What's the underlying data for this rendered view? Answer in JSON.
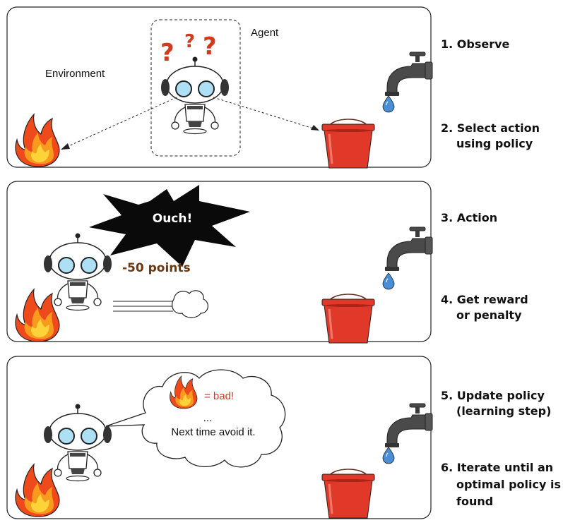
{
  "panel1": {
    "environment_label": "Environment",
    "agent_label": "Agent",
    "question_marks": [
      "?",
      "?",
      "?"
    ]
  },
  "panel2": {
    "ouch_label": "Ouch!",
    "penalty_label": "-50 points"
  },
  "panel3": {
    "bubble_bad": "= bad!",
    "bubble_ellipsis": "...",
    "bubble_next": "Next time avoid it."
  },
  "steps": {
    "s1": "1. Observe",
    "s2_line1": "2. Select action",
    "s2_line2": "using policy",
    "s3": "3. Action",
    "s4_line1": "4. Get reward",
    "s4_line2": "or penalty",
    "s5_line1": "5. Update policy",
    "s5_line2": "(learning step)",
    "s6_line1": "6. Iterate until an",
    "s6_line2": "optimal policy is",
    "s6_line3": "found"
  },
  "colors": {
    "question": "#d23a1c",
    "penalty": "#6a3710",
    "bad": "#d23a1c",
    "bucket": "#e0392a",
    "water": "#4a8fd6",
    "eyes": "#aee0f5",
    "faucet": "#4a4a4a"
  }
}
